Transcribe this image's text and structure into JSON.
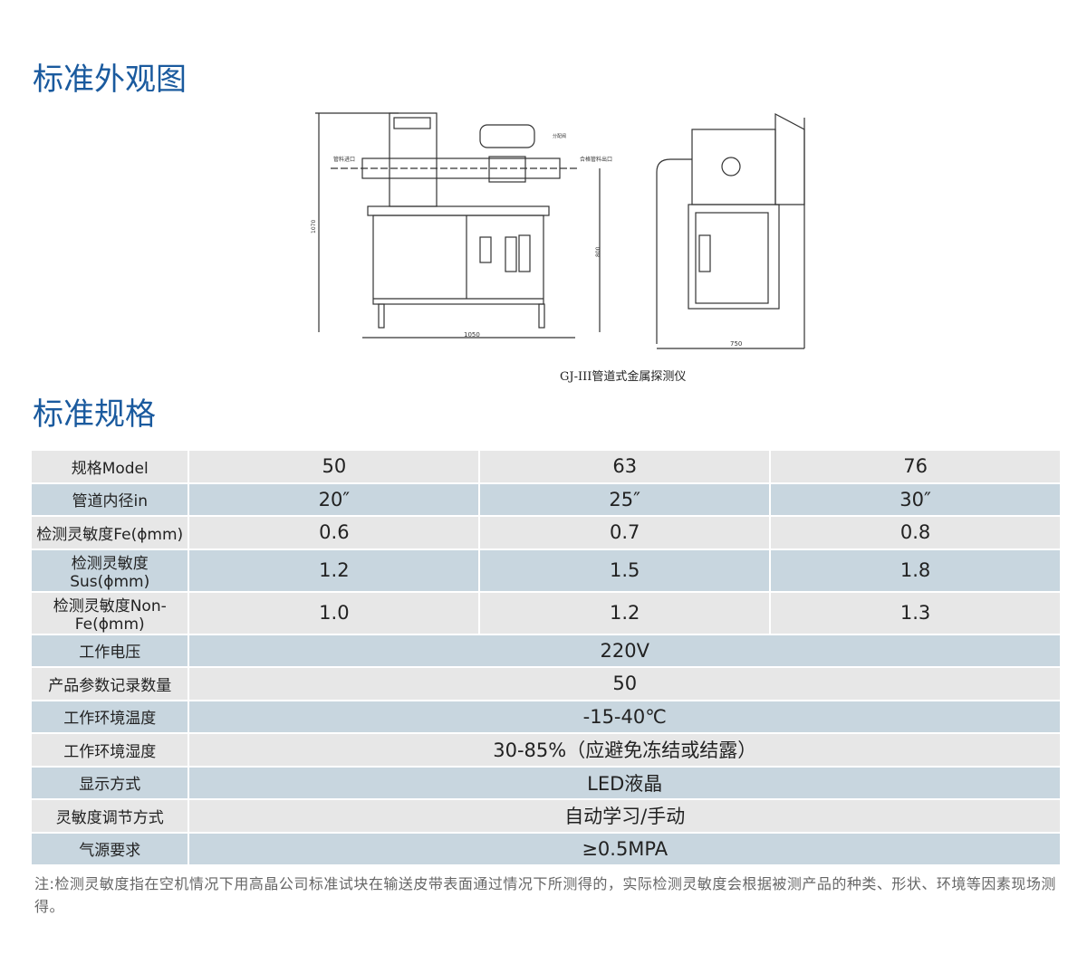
{
  "headings": {
    "appearance": "标准外观图",
    "spec": "标准规格"
  },
  "drawing": {
    "caption": "GJ-III管道式金属探测仪",
    "inlet": "管料进口",
    "outlet": "合格管料出口",
    "valve": "分配阀",
    "dim_width_front": "1050",
    "dim_width_side": "750",
    "dim_height": "1070",
    "dim_pipe_height": "800"
  },
  "table": {
    "rows": [
      {
        "label": "规格Model",
        "values": [
          "50",
          "63",
          "76"
        ]
      },
      {
        "label": "管道内径in",
        "values": [
          "20″",
          "25″",
          "30″"
        ]
      },
      {
        "label": "检测灵敏度Fe(ϕmm)",
        "values": [
          "0.6",
          "0.7",
          "0.8"
        ]
      },
      {
        "label": "检测灵敏度Sus(ϕmm)",
        "values": [
          "1.2",
          "1.5",
          "1.8"
        ]
      },
      {
        "label": "检测灵敏度Non-Fe(ϕmm)",
        "values": [
          "1.0",
          "1.2",
          "1.3"
        ]
      },
      {
        "label": "工作电压",
        "value": "220V"
      },
      {
        "label": "产品参数记录数量",
        "value": "50"
      },
      {
        "label": "工作环境温度",
        "value": "-15-40℃"
      },
      {
        "label": "工作环境湿度",
        "value": "30-85%（应避免冻结或结露）"
      },
      {
        "label": "显示方式",
        "value": "LED液晶"
      },
      {
        "label": "灵敏度调节方式",
        "value": "自动学习/手动"
      },
      {
        "label": "气源要求",
        "value": "≥0.5MPA"
      }
    ]
  },
  "note": "注:检测灵敏度指在空机情况下用高晶公司标准试块在输送皮带表面通过情况下所测得的，实际检测灵敏度会根据被测产品的种类、形状、环境等因素现场测得。"
}
